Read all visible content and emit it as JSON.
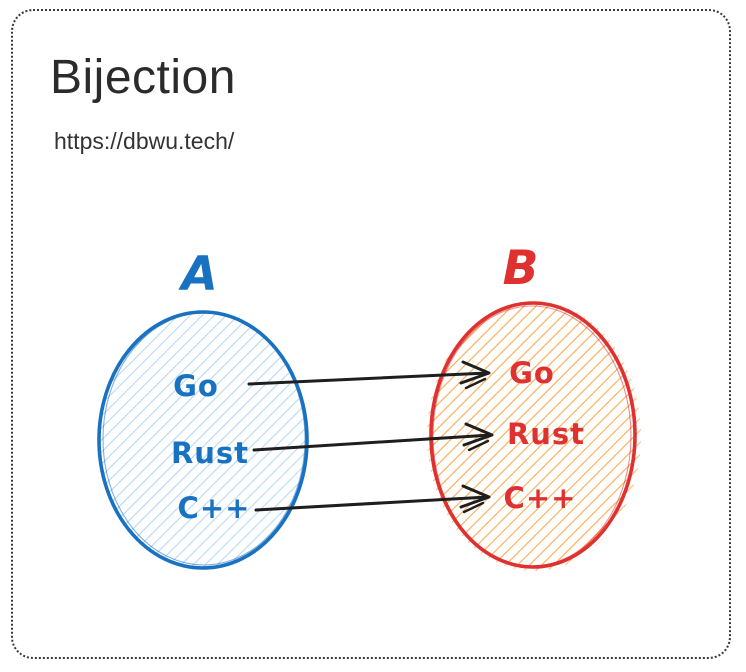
{
  "header": {
    "title": "Bijection",
    "subtitle": "https://dbwu.tech/"
  },
  "diagram": {
    "set_a": {
      "label": "A",
      "items": [
        "Go",
        "Rust",
        "C++"
      ]
    },
    "set_b": {
      "label": "B",
      "items": [
        "Go",
        "Rust",
        "C++"
      ]
    },
    "mappings": [
      {
        "from": "Go",
        "to": "Go"
      },
      {
        "from": "Rust",
        "to": "Rust"
      },
      {
        "from": "C++",
        "to": "C++"
      }
    ]
  },
  "colors": {
    "set_a_stroke": "#1971c2",
    "set_a_hatch": "#a2cff5",
    "set_a_text": "#1971c2",
    "set_b_stroke": "#e03131",
    "set_b_hatch": "#ffa94d",
    "set_b_text": "#e03131",
    "arrow": "#1e1e1e",
    "heading_text": "#2b2b2b",
    "border_dots": "#3a3a3a"
  }
}
